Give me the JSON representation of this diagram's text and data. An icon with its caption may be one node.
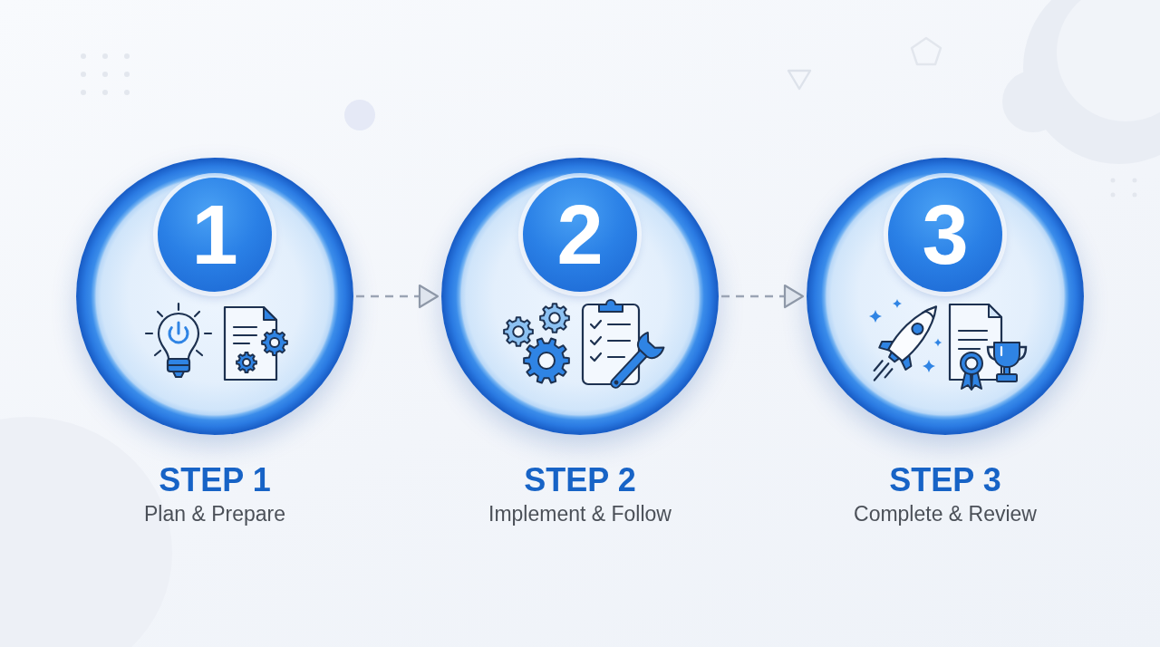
{
  "diagram": {
    "nodes": [
      {
        "text": [],
        "shape": "circle",
        "beside": [
          "STEP 1",
          "Plan & Prepare"
        ]
      },
      {
        "text": [
          "1"
        ],
        "in": 0
      },
      {
        "text": [],
        "shape": "circle",
        "beside": [
          "STEP 2",
          "Implement & Follow"
        ]
      },
      {
        "text": [
          "2"
        ],
        "in": 2
      },
      {
        "text": [],
        "shape": "circle",
        "beside": [
          "STEP 3",
          "Complete & Review"
        ]
      },
      {
        "text": [
          "3"
        ],
        "in": 4
      }
    ],
    "edges": [
      {
        "from": 0,
        "to": 2,
        "arrow": "to",
        "style": "dashed"
      },
      {
        "from": 2,
        "to": 4,
        "arrow": "to",
        "style": "dashed"
      }
    ]
  }
}
